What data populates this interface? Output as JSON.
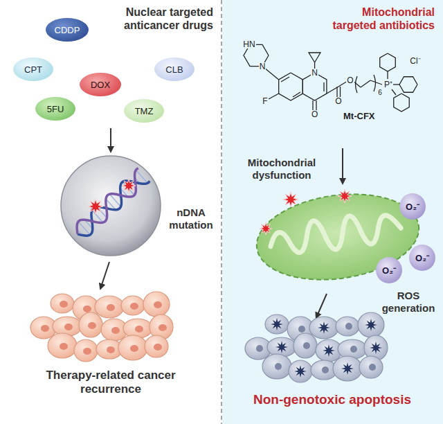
{
  "diagram": {
    "nodes": [
      {
        "text": [
          "CDDP"
        ]
      },
      {
        "text": [
          "CPT"
        ]
      },
      {
        "text": [
          "DOX"
        ]
      },
      {
        "text": [
          "CLB"
        ]
      },
      {
        "text": [
          "5FU"
        ]
      },
      {
        "text": [
          "TMZ"
        ]
      },
      {
        "text": [
          "O₂⁻"
        ]
      },
      {
        "text": [
          "O₂⁻"
        ]
      },
      {
        "text": [
          "O₂⁻"
        ]
      }
    ],
    "labels": [
      "Nuclear targeted anticancer drugs",
      "nDNA mutation",
      "Therapy-related cancer recurrence",
      "Mitochondrial targeted antibiotics",
      "HN",
      "N",
      "N",
      "F",
      "O",
      "O",
      "O",
      "6",
      "P⁺",
      "Cl⁻",
      "Mt-CFX",
      "Mitochondrial dysfunction",
      "ROS generation",
      "Non-genotoxic apoptosis"
    ]
  }
}
